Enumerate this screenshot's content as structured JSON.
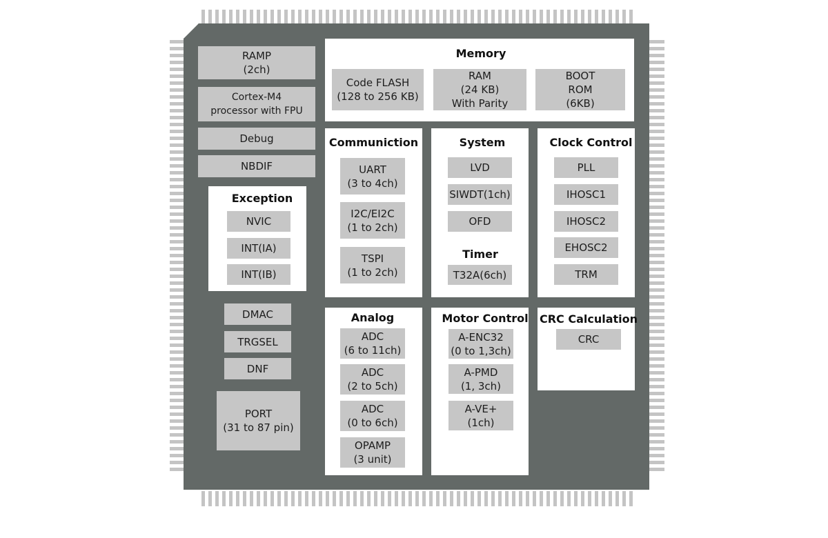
{
  "left_blocks": {
    "ramp": [
      "RAMP",
      "(2ch)"
    ],
    "cortex": [
      "Cortex-M4",
      "processor with FPU"
    ],
    "debug": [
      "Debug"
    ],
    "nbdif": [
      "NBDIF"
    ],
    "dmac": [
      "DMAC"
    ],
    "trgsel": [
      "TRGSEL"
    ],
    "dnf": [
      "DNF"
    ],
    "port": [
      "PORT",
      "(31 to 87 pin)"
    ]
  },
  "exception": {
    "title": "Exception",
    "items": [
      "NVIC",
      "INT(IA)",
      "INT(IB)"
    ]
  },
  "memory": {
    "title": "Memory",
    "code_flash": [
      "Code FLASH",
      "(128 to 256 KB)"
    ],
    "ram": [
      "RAM",
      "(24 KB)",
      "With Parity"
    ],
    "boot_rom": [
      "BOOT",
      "ROM",
      "(6KB)"
    ]
  },
  "communication": {
    "title": "Communiction",
    "uart": [
      "UART",
      "(3 to 4ch)"
    ],
    "i2c": [
      "I2C/EI2C",
      "(1 to 2ch)"
    ],
    "tspi": [
      "TSPI",
      "(1 to 2ch)"
    ]
  },
  "system": {
    "title": "System",
    "items": [
      "LVD",
      "SIWDT(1ch)",
      "OFD"
    ]
  },
  "timer": {
    "title": "Timer",
    "items": [
      "T32A(6ch)"
    ]
  },
  "clock_control": {
    "title": "Clock Control",
    "items": [
      "PLL",
      "IHOSC1",
      "IHOSC2",
      "EHOSC2",
      "TRM"
    ]
  },
  "analog": {
    "title": "Analog",
    "adc1": [
      "ADC",
      "(6 to 11ch)"
    ],
    "adc2": [
      "ADC",
      "(2 to 5ch)"
    ],
    "adc3": [
      "ADC",
      "(0 to 6ch)"
    ],
    "opamp": [
      "OPAMP",
      "(3 unit)"
    ]
  },
  "motor_control": {
    "title": "Motor Control",
    "aenc": [
      "A-ENC32",
      "(0 to 1,3ch)"
    ],
    "apmd": [
      "A-PMD",
      "(1, 3ch)"
    ],
    "ave": [
      "A-VE+",
      "(1ch)"
    ]
  },
  "crc": {
    "title": "CRC Calculation",
    "items": [
      "CRC"
    ]
  }
}
